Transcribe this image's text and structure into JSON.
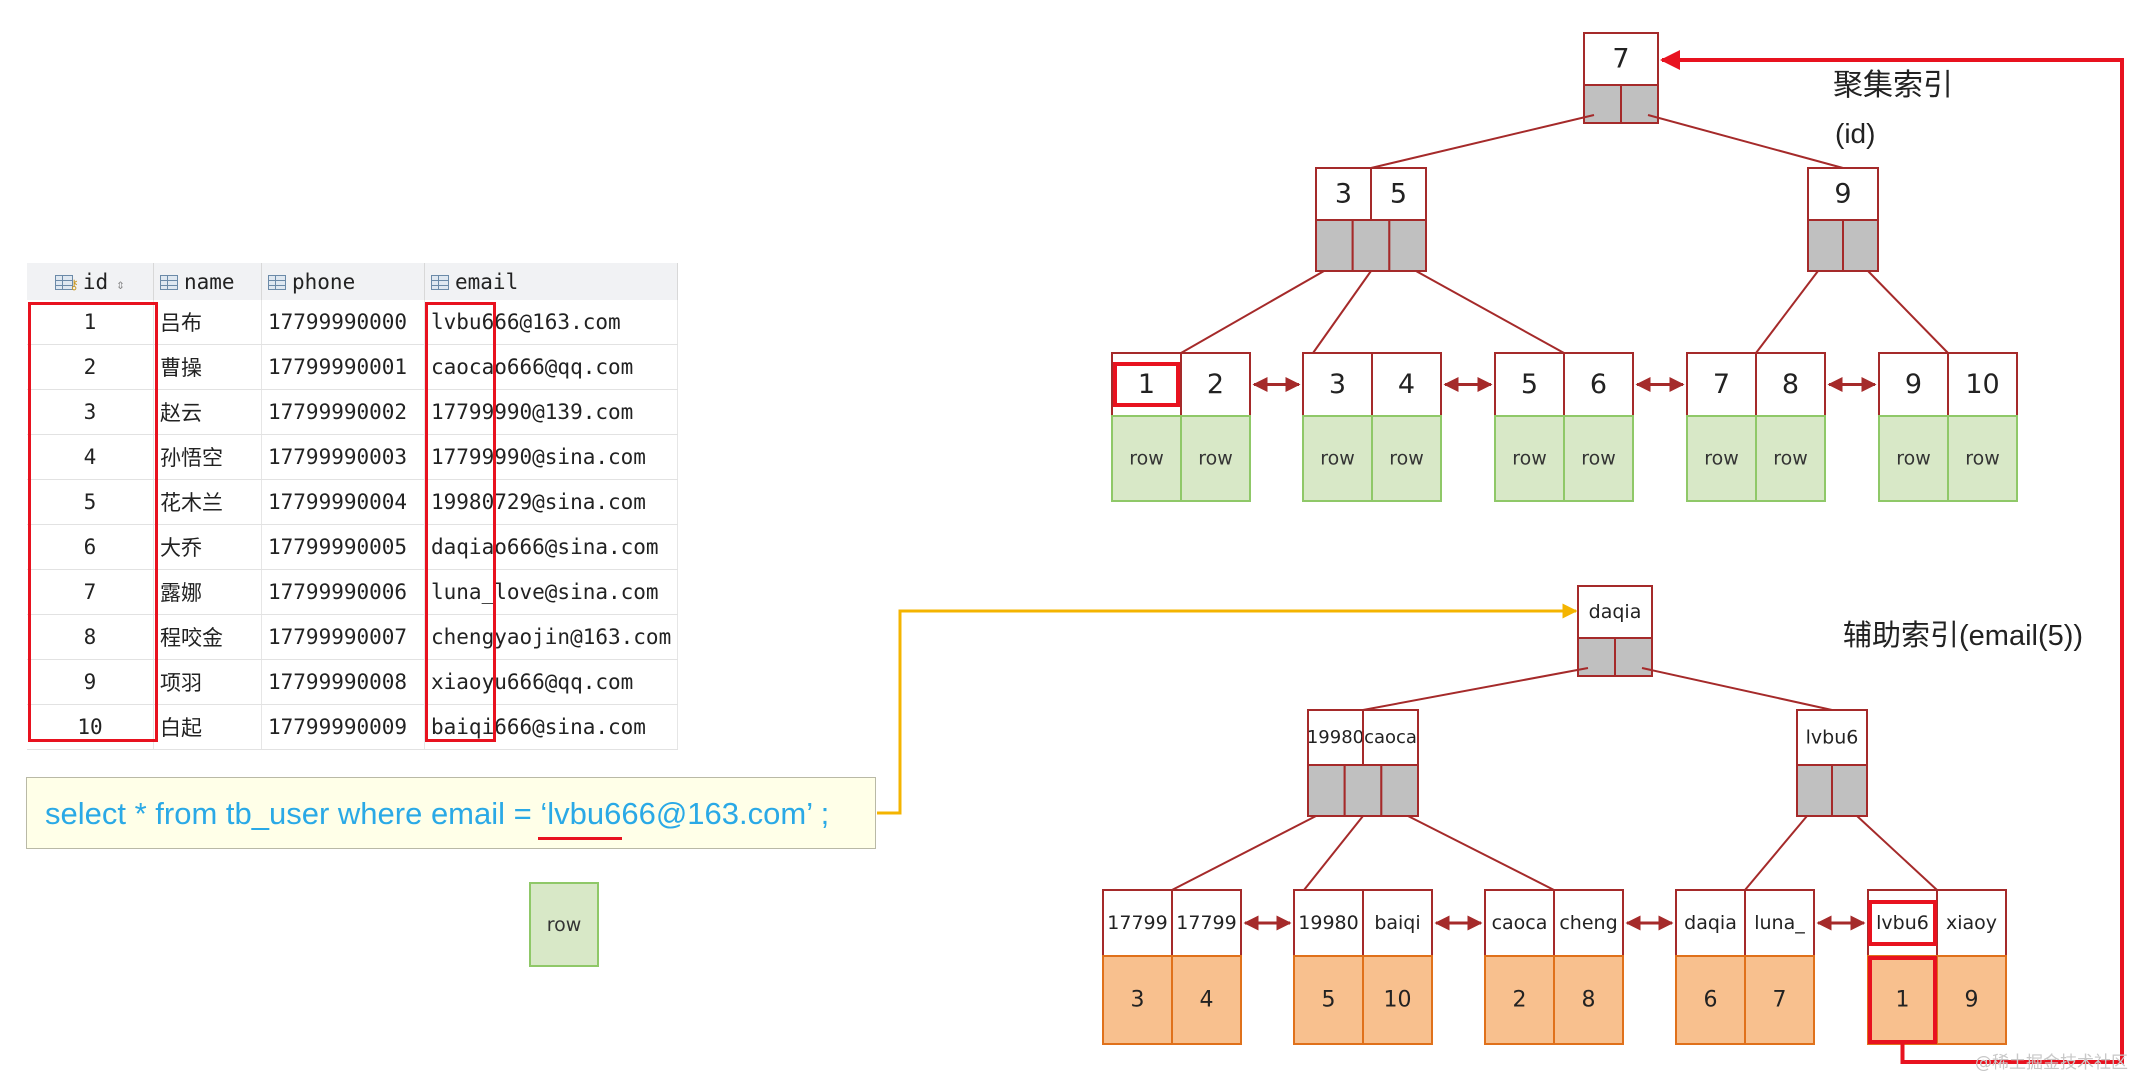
{
  "table": {
    "headers": {
      "id": "id",
      "name": "name",
      "phone": "phone",
      "email": "email"
    },
    "rows": [
      {
        "id": "1",
        "name": "吕布",
        "phone": "17799990000",
        "email": "lvbu666@163.com"
      },
      {
        "id": "2",
        "name": "曹操",
        "phone": "17799990001",
        "email": "caocao666@qq.com"
      },
      {
        "id": "3",
        "name": "赵云",
        "phone": "17799990002",
        "email": "17799990@139.com"
      },
      {
        "id": "4",
        "name": "孙悟空",
        "phone": "17799990003",
        "email": "17799990@sina.com"
      },
      {
        "id": "5",
        "name": "花木兰",
        "phone": "17799990004",
        "email": "19980729@sina.com"
      },
      {
        "id": "6",
        "name": "大乔",
        "phone": "17799990005",
        "email": "daqiao666@sina.com"
      },
      {
        "id": "7",
        "name": "露娜",
        "phone": "17799990006",
        "email": "luna_love@sina.com"
      },
      {
        "id": "8",
        "name": "程咬金",
        "phone": "17799990007",
        "email": "chengyaojin@163.com"
      },
      {
        "id": "9",
        "name": "项羽",
        "phone": "17799990008",
        "email": "xiaoyu666@qq.com"
      },
      {
        "id": "10",
        "name": "白起",
        "phone": "17799990009",
        "email": "baiqi666@sina.com"
      }
    ]
  },
  "sql": {
    "prefix": "select * from tb_user where email = ",
    "value": "‘lvbu666@163.com’",
    "suffix": " ;"
  },
  "row_legend": "row",
  "clustered": {
    "title": "聚集索引",
    "subtitle": "(id)",
    "root": [
      "7"
    ],
    "inner": [
      [
        "3",
        "5"
      ],
      [
        "9"
      ]
    ],
    "leaves": [
      [
        "1",
        "2"
      ],
      [
        "3",
        "4"
      ],
      [
        "5",
        "6"
      ],
      [
        "7",
        "8"
      ],
      [
        "9",
        "10"
      ]
    ],
    "row_label": "row"
  },
  "secondary": {
    "title": "辅助索引(email(5))",
    "root": [
      "daqia"
    ],
    "inner": [
      [
        "19980",
        "caoca"
      ],
      [
        "lvbu6"
      ]
    ],
    "leaves": [
      {
        "keys": [
          "17799",
          "17799"
        ],
        "ids": [
          "3",
          "4"
        ]
      },
      {
        "keys": [
          "19980",
          "baiqi"
        ],
        "ids": [
          "5",
          "10"
        ]
      },
      {
        "keys": [
          "caoca",
          "cheng"
        ],
        "ids": [
          "2",
          "8"
        ]
      },
      {
        "keys": [
          "daqia",
          "luna_"
        ],
        "ids": [
          "6",
          "7"
        ]
      },
      {
        "keys": [
          "lvbu6",
          "xiaoy"
        ],
        "ids": [
          "1",
          "9"
        ]
      }
    ]
  },
  "watermark": "@稀土掘金技术社区",
  "colors": {
    "node_border": "#a52a2a",
    "separator_fill": "#c0c0c0",
    "row_fill": "#d8e8c7",
    "row_border": "#8fc868",
    "id_fill": "#f8c08e",
    "id_border": "#e0711b",
    "highlight": "#e8121f",
    "query_arrow": "#f4b400",
    "sql_text": "#2aa9e6"
  }
}
